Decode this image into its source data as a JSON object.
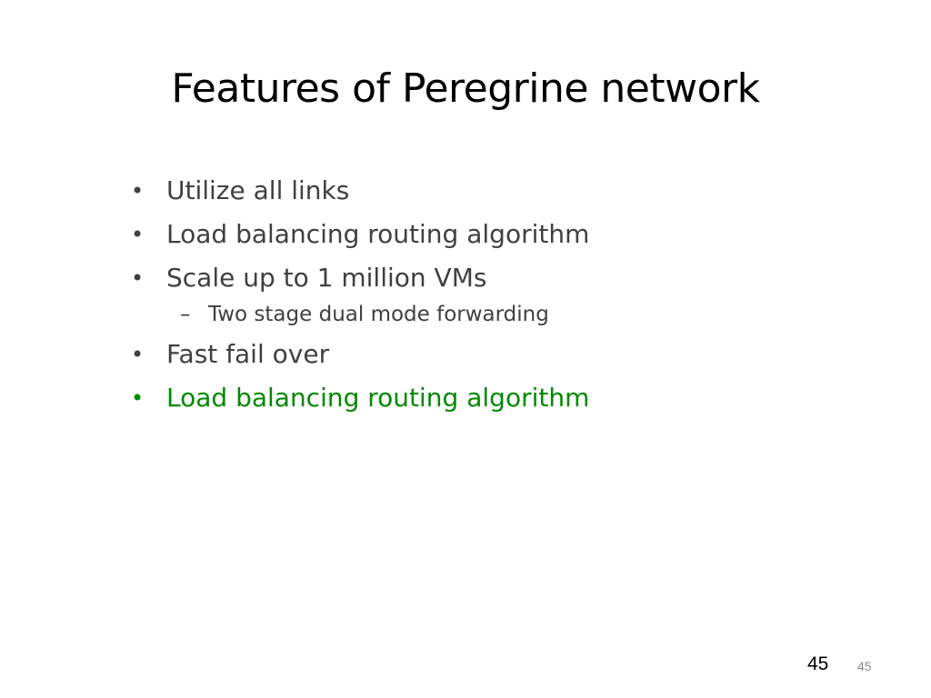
{
  "slide": {
    "title": "Features of Peregrine network",
    "bullet_symbol": "•",
    "dash_symbol": "–",
    "bullets": [
      {
        "text": "Utilize all links"
      },
      {
        "text": "Load balancing routing algorithm"
      },
      {
        "text": "Scale up to 1 million VMs"
      },
      {
        "text": "Fast fail over"
      },
      {
        "text": "Load balancing routing algorithm",
        "highlighted": true
      }
    ],
    "sub_bullets": [
      {
        "text": "Two stage dual mode forwarding"
      }
    ],
    "slide_number_large": "45",
    "slide_number_small": "45"
  },
  "colors": {
    "title": "#000000",
    "body_text": "#404040",
    "highlight_text": "#008a00",
    "footer_small": "#8a8a8a",
    "background": "#ffffff"
  }
}
